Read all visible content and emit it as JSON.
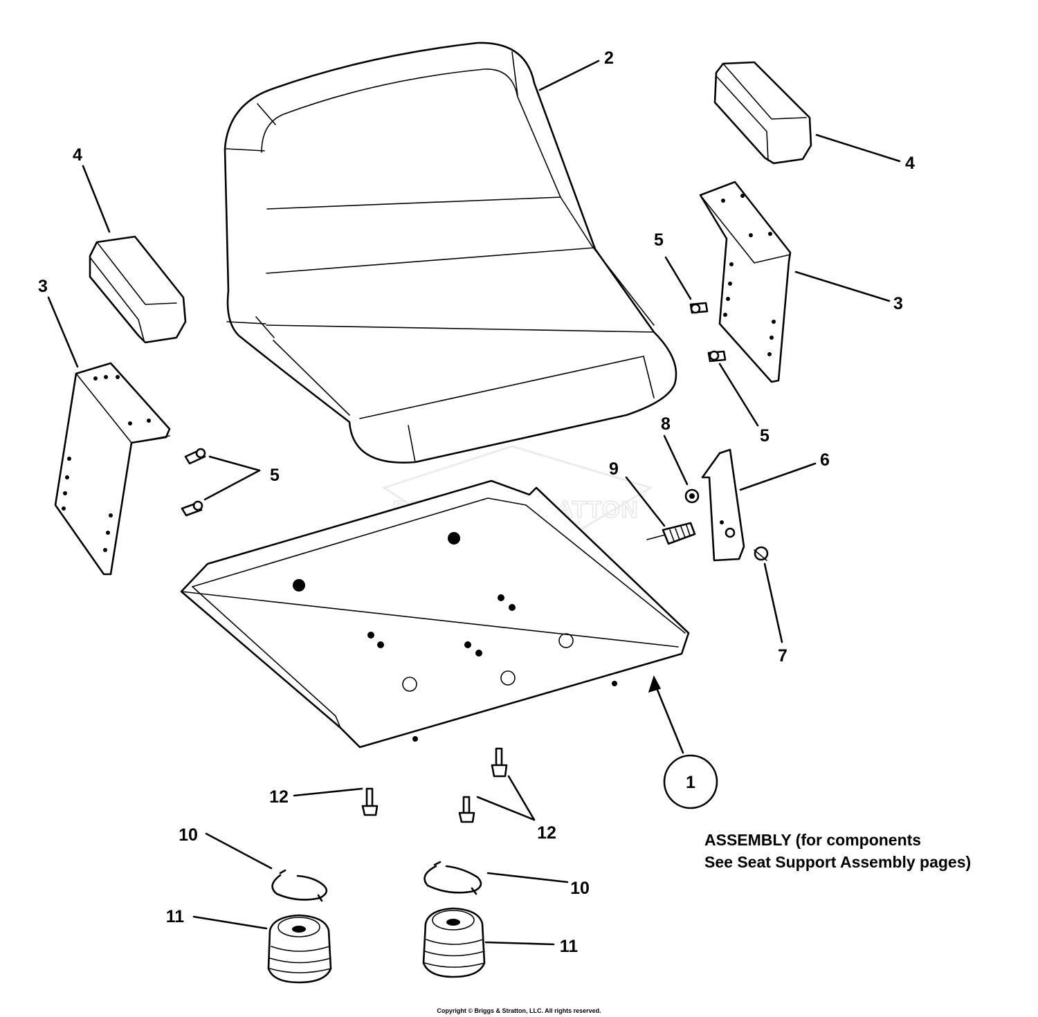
{
  "callouts": {
    "c1": "1",
    "c2": "2",
    "c3_left": "3",
    "c3_right": "3",
    "c4_left": "4",
    "c4_right": "4",
    "c5_left": "5",
    "c5_right_top": "5",
    "c5_right_bottom": "5",
    "c6": "6",
    "c7": "7",
    "c8": "8",
    "c9": "9",
    "c10_left": "10",
    "c10_right": "10",
    "c11_left": "11",
    "c11_right": "11",
    "c12_left": "12",
    "c12_right": "12"
  },
  "note": {
    "line1": "ASSEMBLY (for components",
    "line2": "See Seat Support Assembly pages)"
  },
  "watermark": "BRIGGS&STRATTON",
  "copyright": "Copyright © Briggs & Stratton, LLC. All rights reserved."
}
